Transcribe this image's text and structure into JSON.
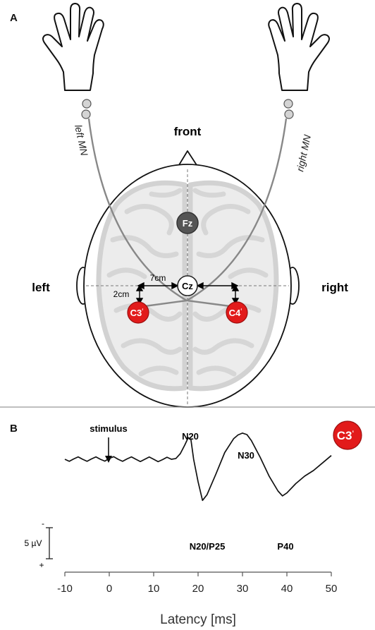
{
  "panelA": {
    "label": "A",
    "front": "front",
    "left": "left",
    "right": "right",
    "left_nerve": "left MN",
    "right_nerve": "right MN",
    "dist_horizontal": "7cm",
    "dist_vertical": "2cm",
    "electrodes": {
      "fz": "Fz",
      "cz": "Cz",
      "c3": "C3",
      "c4": "C4",
      "prime": "‘"
    },
    "colors": {
      "red": "#e21b1b",
      "dark_gray": "#555555",
      "brain_gray": "#d9d9d9",
      "nerve_gray": "#8a8a8a"
    }
  },
  "panelB": {
    "label": "B",
    "electrode_badge": "C3",
    "stimulus": "stimulus",
    "scale_bar": "5 µV",
    "polarity_top": "-",
    "polarity_bottom": "+",
    "peaks": {
      "n20": "N20",
      "n30": "N30",
      "n20p25": "N20/P25",
      "p40": "P40"
    }
  },
  "chart_data": {
    "type": "line",
    "xlabel": "Latency [ms]",
    "xlim": [
      -10,
      50
    ],
    "xticks": [
      "-10",
      "0",
      "10",
      "20",
      "30",
      "40",
      "50"
    ],
    "series": [
      {
        "x": [
          -10,
          -8,
          -6,
          -4,
          -2,
          0,
          2,
          4,
          6,
          8,
          10,
          12,
          14,
          15,
          16,
          17,
          17.8,
          18.4,
          19,
          20,
          21,
          22,
          24,
          26,
          28,
          29,
          30,
          31,
          32,
          34,
          36,
          38,
          39,
          40,
          42,
          44,
          46,
          48,
          50
        ],
        "y": [
          0.0,
          0.1,
          0.0,
          0.1,
          0.0,
          0.2,
          0.0,
          0.1,
          0.0,
          0.0,
          0.0,
          -0.1,
          0.0,
          0.2,
          1.5,
          3.8,
          5.8,
          5.2,
          0.0,
          -6.0,
          -11.0,
          -9.5,
          -4.0,
          1.8,
          5.5,
          6.5,
          7.0,
          6.6,
          5.0,
          0.5,
          -4.5,
          -8.5,
          -9.8,
          -9.0,
          -6.5,
          -4.5,
          -3.0,
          -1.0,
          1.0
        ]
      }
    ]
  }
}
